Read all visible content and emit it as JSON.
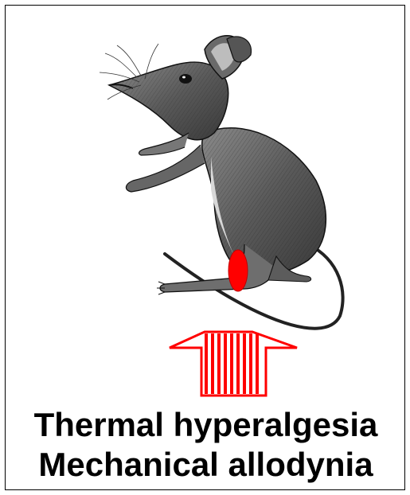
{
  "labels": {
    "line1": "Thermal hyperalgesia",
    "line2": "Mechanical allodynia"
  },
  "icons": {
    "animal": "elephant-shrew-engraving-icon",
    "marker": "injury-marker-oval",
    "arrow": "striped-up-arrow-icon"
  },
  "colors": {
    "accent": "#ff0000",
    "ink": "#000000",
    "background": "#ffffff"
  }
}
